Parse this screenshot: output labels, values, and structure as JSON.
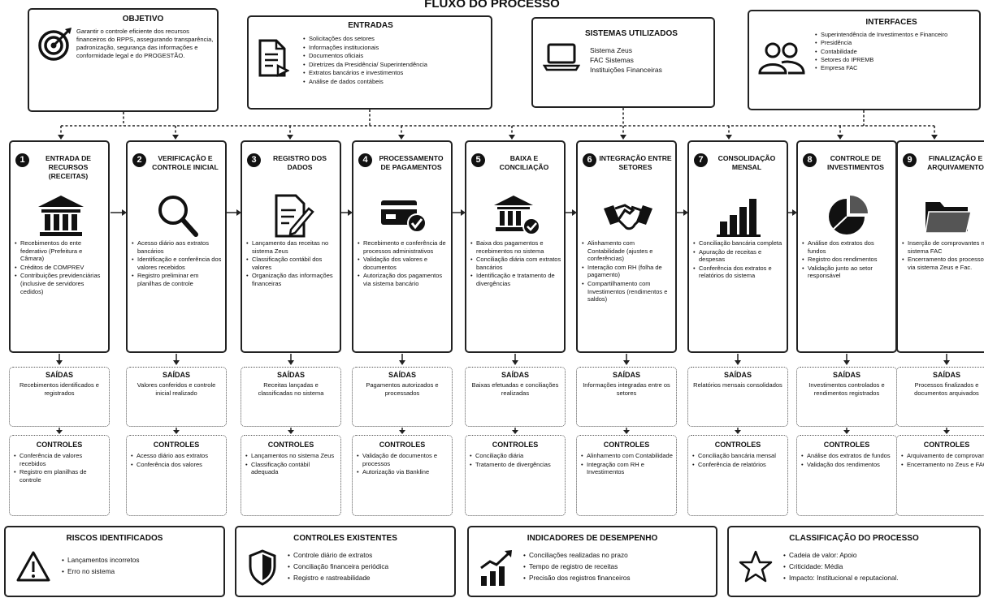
{
  "title": "FLUXO DO PROCESSO",
  "objetivo": {
    "title": "OBJETIVO",
    "icon": "target-icon",
    "text": "Garantir o controle eficiente dos recursos financeiros do RPPS, assegurando transparência, padronização, segurança das informações e conformidade legal e do PROGESTÃO."
  },
  "entradas": {
    "title": "ENTRADAS",
    "icon": "document-icon",
    "items": [
      "Solicitações dos setores",
      "Informações institucionais",
      "Documentos oficiais",
      "Diretrizes da Presidência/ Superintendência",
      "Extratos bancários e investimentos",
      "Análise de dados contábeis"
    ]
  },
  "sistemas": {
    "title": "SISTEMAS UTILIZADOS",
    "icon": "laptop-icon",
    "items": [
      "Sistema Zeus",
      "FAC Sistemas",
      "Instituições Financeiras"
    ]
  },
  "interfaces": {
    "title": "INTERFACES",
    "icon": "users-icon",
    "items": [
      "Superintendência de Investimentos e Financeiro",
      "Presidência",
      "Contabilidade",
      "Setores do IPREMB",
      "Empresa FAC"
    ]
  },
  "steps": [
    {
      "num": "1",
      "title": "ENTRADA DE RECURSOS (RECEITAS)",
      "icon": "bank-icon",
      "items": [
        "Recebimentos do ente federativo (Prefeitura e Câmara)",
        "Créditos de COMPREV",
        "Contribuições previdenciárias (inclusive de servidores cedidos)"
      ],
      "saidas": "Recebimentos identificados e registrados",
      "controles": [
        "Conferência de valores recebidos",
        "Registro em planilhas de controle"
      ]
    },
    {
      "num": "2",
      "title": "VERIFICAÇÃO E CONTROLE INICIAL",
      "icon": "magnifier-icon",
      "items": [
        "Acesso diário aos extratos bancários",
        "Identificação e conferência dos valores recebidos",
        "Registro preliminar em planilhas de controle"
      ],
      "saidas": "Valores conferidos e controle inicial realizado",
      "controles": [
        "Acesso diário aos extratos",
        "Conferência dos valores"
      ]
    },
    {
      "num": "3",
      "title": "REGISTRO DOS DADOS",
      "icon": "document-pencil-icon",
      "items": [
        "Lançamento das receitas no sistema Zeus",
        "Classificação contábil dos valores",
        "Organização das informações financeiras"
      ],
      "saidas": "Receitas lançadas e classificadas no sistema",
      "controles": [
        "Lançamentos no sistema Zeus",
        "Classificação contábil adequada"
      ]
    },
    {
      "num": "4",
      "title": "PROCESSAMENTO DE PAGAMENTOS",
      "icon": "card-check-icon",
      "items": [
        "Recebimento e conferência de processos administrativos",
        "Validação dos valores e documentos",
        "Autorização dos pagamentos via sistema bancário"
      ],
      "saidas": "Pagamentos autorizados e processados",
      "controles": [
        "Validação de documentos e processos",
        "Autorização via Bankline"
      ]
    },
    {
      "num": "5",
      "title": "BAIXA E CONCILIAÇÃO",
      "icon": "bank-check-icon",
      "items": [
        "Baixa dos pagamentos e recebimentos no sistema",
        "Conciliação diária com extratos bancários",
        "Identificação e tratamento de divergências"
      ],
      "saidas": "Baixas efetuadas e conciliações realizadas",
      "controles": [
        "Conciliação diária",
        "Tratamento de divergências"
      ]
    },
    {
      "num": "6",
      "title": "INTEGRAÇÃO ENTRE SETORES",
      "icon": "handshake-icon",
      "items": [
        "Alinhamento com Contabilidade (ajustes e conferências)",
        "Interação com RH (folha de pagamento)",
        "Compartilhamento com Investimentos (rendimentos e saldos)"
      ],
      "saidas": "Informações integradas entre os setores",
      "controles": [
        "Alinhamento com Contabilidade",
        "Integração com RH e Investimentos"
      ]
    },
    {
      "num": "7",
      "title": "CONSOLIDAÇÃO MENSAL",
      "icon": "bar-chart-icon",
      "items": [
        "Conciliação bancária completa",
        "Apuração de receitas e despesas",
        "Conferência dos extratos e relatórios do sistema"
      ],
      "saidas": "Relatórios mensais consolidados",
      "controles": [
        "Conciliação bancária mensal",
        "Conferência de relatórios"
      ]
    },
    {
      "num": "8",
      "title": "CONTROLE DE INVESTIMENTOS",
      "icon": "pie-chart-icon",
      "items": [
        "Análise dos extratos dos fundos",
        "Registro dos rendimentos",
        "Validação junto ao setor responsável"
      ],
      "saidas": "Investimentos controlados e rendimentos registrados",
      "controles": [
        "Análise dos extratos de fundos",
        "Validação dos rendimentos"
      ]
    },
    {
      "num": "9",
      "title": "FINALIZAÇÃO E ARQUIVAMENTO",
      "icon": "folder-icon",
      "items": [
        "Inserção de comprovantes no sistema FAC",
        "Encerramento dos processos via sistema Zeus e Fac."
      ],
      "saidas": "Processos finalizados e documentos arquivados",
      "controles": [
        "Arquivamento de comprovantes",
        "Encerramento no Zeus e FAC"
      ]
    }
  ],
  "labels": {
    "saidas": "SAÍDAS",
    "controles": "CONTROLES"
  },
  "riscos": {
    "title": "RISCOS IDENTIFICADOS",
    "icon": "warning-icon",
    "items": [
      "Lançamentos incorretos",
      "Erro no sistema"
    ]
  },
  "controles_existentes": {
    "title": "CONTROLES EXISTENTES",
    "icon": "shield-icon",
    "items": [
      "Controle diário de extratos",
      "Conciliação financeira periódica",
      "Registro e rastreabilidade"
    ]
  },
  "indicadores": {
    "title": "INDICADORES DE DESEMPENHO",
    "icon": "growth-chart-icon",
    "items": [
      "Conciliações realizadas no prazo",
      "Tempo de registro de receitas",
      "Precisão dos registros financeiros"
    ]
  },
  "classificacao": {
    "title": "CLASSIFICAÇÃO DO PROCESSO",
    "icon": "star-icon",
    "items": [
      "Cadeia de valor: Apoio",
      "Criticidade: Média",
      "Impacto: Institucional e reputacional."
    ]
  }
}
